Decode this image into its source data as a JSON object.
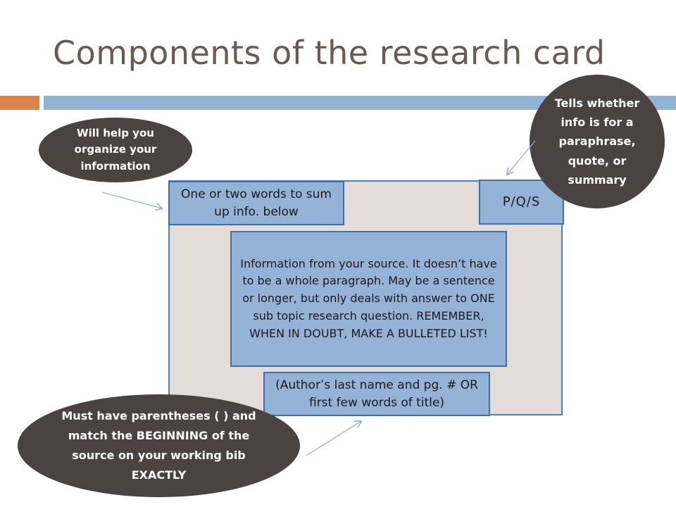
{
  "slide": {
    "title": "Components of the research card"
  },
  "card": {
    "topic_label": "One or two words to sum up info. below",
    "pqs_label": "P/Q/S",
    "info_text": "Information from your source.  It doesn’t have to be a whole paragraph. May be a sentence or longer, but only deals with answer to ONE sub topic research question. REMEMBER, WHEN IN DOUBT, MAKE A BULLETED LIST!",
    "citation_text": "(Author’s last name and pg. # OR first few words of title)"
  },
  "callouts": {
    "organize": "Will help you organize your information",
    "tells_whether": "Tells whether info is for a paraphrase, quote, or summary",
    "parentheses": "Must have parentheses (  ) and match the BEGINNING of the source on your working bib EXACTLY"
  },
  "colors": {
    "title": "#6b5a52",
    "accent_orange": "#d9844a",
    "accent_blue": "#93b3d4",
    "card_bg": "#e4dcd8",
    "box_fill": "#95b3d7",
    "bubble_fill": "#4a4342",
    "arrow": "#8fb0d8"
  }
}
